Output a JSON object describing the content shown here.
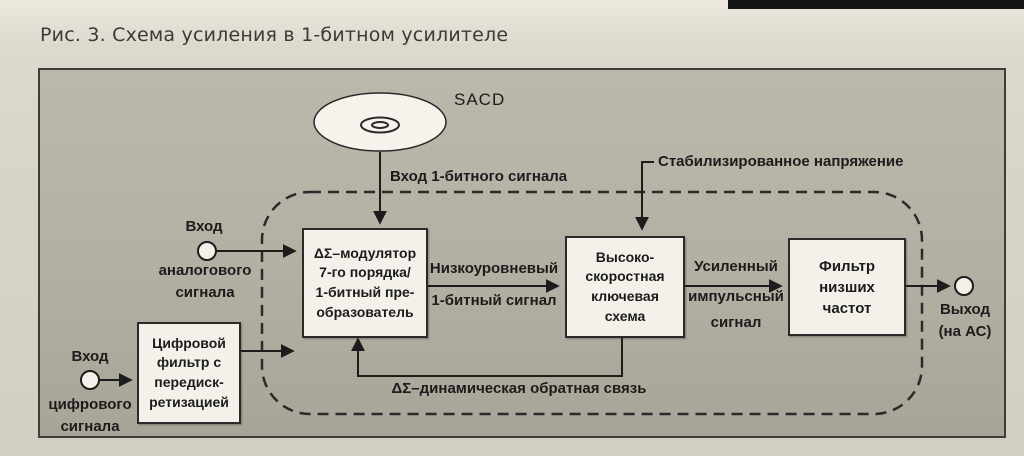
{
  "scan": {
    "caption": "Рис. 3. Схема усиления в 1-битном усилителе"
  },
  "diagram": {
    "sacd_label": "SACD",
    "sacd_input_label": "Вход 1-битного сигнала",
    "analog_input": {
      "lines": [
        "Вход",
        "аналогового",
        "сигнала"
      ]
    },
    "digital_input": {
      "lines": [
        "Вход",
        "цифрового",
        "сигнала"
      ]
    },
    "modulator_box": {
      "lines": [
        "ΔΣ–модулятор",
        "7-го порядка/",
        "1-битный пре-",
        "образователь"
      ]
    },
    "low_level_label": {
      "lines": [
        "Низкоуровневый",
        "1-битный сигнал"
      ]
    },
    "switching_box": {
      "lines": [
        "Высоко-",
        "скоростная",
        "ключевая",
        "схема"
      ]
    },
    "stabilized_voltage_label": "Стабилизированное напряжение",
    "amplified_label": {
      "lines": [
        "Усиленный",
        "импульсный",
        "сигнал"
      ]
    },
    "filter_box": {
      "lines": [
        "Фильтр",
        "низших",
        "частот"
      ]
    },
    "output_label": {
      "lines": [
        "Выход",
        "(на АС)"
      ]
    },
    "digital_filter_box": {
      "lines": [
        "Цифровой",
        "фильтр с",
        "передиск-",
        "ретизацией"
      ]
    },
    "feedback_label": "ΔΣ–динамическая обратная связь"
  },
  "colors": {
    "page_bg": "#d8d4c8",
    "panel_bg": "#b3afa3",
    "box_bg": "#f4f1ea",
    "ink": "#1c1c1c"
  }
}
